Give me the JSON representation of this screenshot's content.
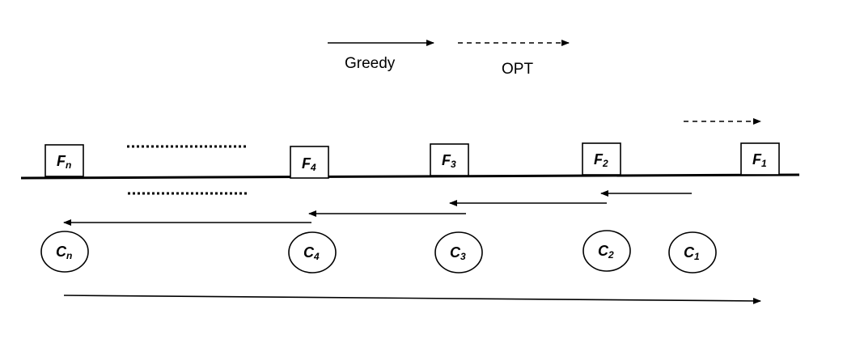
{
  "legend": {
    "greedy_label": "Greedy",
    "opt_label": "OPT"
  },
  "facilities": [
    {
      "base": "F",
      "sub": "n"
    },
    {
      "base": "F",
      "sub": "4"
    },
    {
      "base": "F",
      "sub": "3"
    },
    {
      "base": "F",
      "sub": "2"
    },
    {
      "base": "F",
      "sub": "1"
    }
  ],
  "clients": [
    {
      "base": "C",
      "sub": "n"
    },
    {
      "base": "C",
      "sub": "4"
    },
    {
      "base": "C",
      "sub": "3"
    },
    {
      "base": "C",
      "sub": "2"
    },
    {
      "base": "C",
      "sub": "1"
    }
  ],
  "colors": {
    "stroke": "#000000",
    "background": "#ffffff"
  }
}
